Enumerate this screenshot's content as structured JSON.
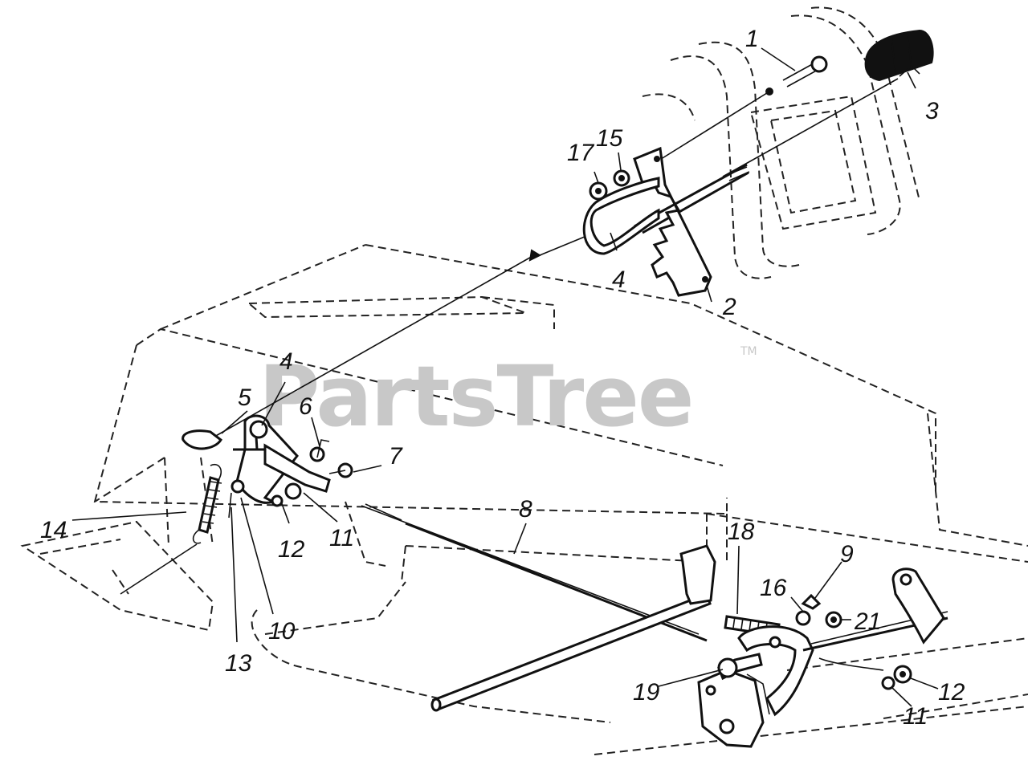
{
  "watermark": {
    "text": "PartsTree",
    "trademark": "TM"
  },
  "callouts": {
    "c1": "1",
    "c2": "2",
    "c3": "3",
    "c4a": "4",
    "c4b": "4",
    "c5": "5",
    "c6": "6",
    "c7": "7",
    "c8": "8",
    "c9": "9",
    "c10": "10",
    "c11a": "11",
    "c11b": "11",
    "c12a": "12",
    "c12b": "12",
    "c13": "13",
    "c14": "14",
    "c15": "15",
    "c16": "16",
    "c17": "17",
    "c18": "18",
    "c19": "19",
    "c21": "21"
  },
  "colors": {
    "ink": "#111111",
    "watermark": "#c8c8c8",
    "background": "#ffffff"
  }
}
